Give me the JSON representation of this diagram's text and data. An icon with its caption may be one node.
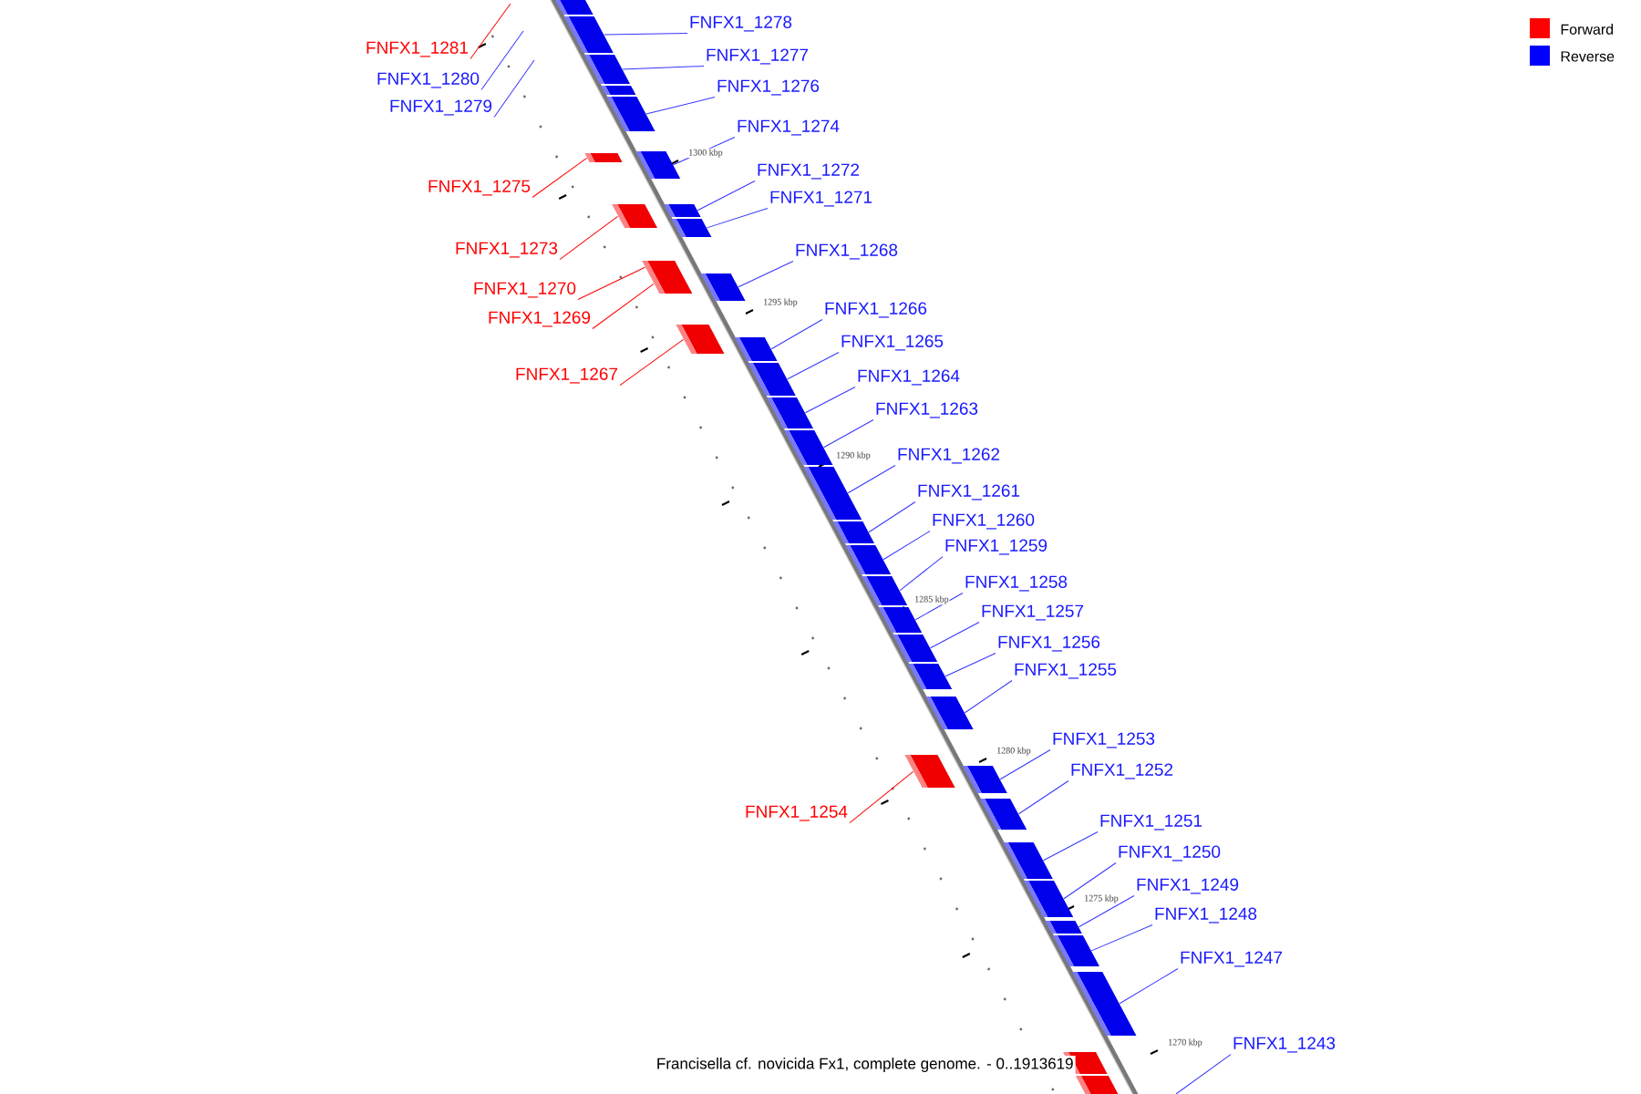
{
  "diagram": {
    "caption": "Francisella cf. novicida Fx1, complete genome. - 0..1913619",
    "nodes": [
      {
        "text": [
          "FNFX1_1278"
        ]
      },
      {
        "text": [
          "FNFX1_1281"
        ]
      },
      {
        "text": [
          "FNFX1_1277"
        ]
      },
      {
        "text": [
          "FNFX1_1280"
        ]
      },
      {
        "text": [
          "FNFX1_1276"
        ]
      },
      {
        "text": [
          "FNFX1_1279"
        ]
      },
      {
        "text": [
          "FNFX1_1274"
        ]
      },
      {
        "text": [
          "FNFX1_1272"
        ]
      },
      {
        "text": [
          "FNFX1_1275"
        ]
      },
      {
        "text": [
          "FNFX1_1271"
        ]
      },
      {
        "text": [
          "FNFX1_1273"
        ]
      },
      {
        "text": [
          "FNFX1_1268"
        ]
      },
      {
        "text": [
          "FNFX1_1270"
        ]
      },
      {
        "text": [
          "FNFX1_1266"
        ]
      },
      {
        "text": [
          "FNFX1_1269"
        ]
      },
      {
        "text": [
          "FNFX1_1265"
        ]
      },
      {
        "text": [
          "FNFX1_1267"
        ]
      },
      {
        "text": [
          "FNFX1_1264"
        ]
      },
      {
        "text": [
          "FNFX1_1263"
        ]
      },
      {
        "text": [
          "FNFX1_1262"
        ]
      },
      {
        "text": [
          "FNFX1_1261"
        ]
      },
      {
        "text": [
          "FNFX1_1260"
        ]
      },
      {
        "text": [
          "FNFX1_1259"
        ]
      },
      {
        "text": [
          "FNFX1_1258"
        ]
      },
      {
        "text": [
          "FNFX1_1257"
        ]
      },
      {
        "text": [
          "FNFX1_1256"
        ]
      },
      {
        "text": [
          "FNFX1_1255"
        ]
      },
      {
        "text": [
          "FNFX1_1253"
        ]
      },
      {
        "text": [
          "FNFX1_1252"
        ]
      },
      {
        "text": [
          "FNFX1_1254"
        ]
      },
      {
        "text": [
          "FNFX1_1251"
        ]
      },
      {
        "text": [
          "FNFX1_1250"
        ]
      },
      {
        "text": [
          "FNFX1_1249"
        ]
      },
      {
        "text": [
          "FNFX1_1248"
        ]
      },
      {
        "text": [
          "FNFX1_1247"
        ]
      },
      {
        "text": [
          "FNFX1_1243"
        ]
      },
      {
        "text": [],
        "shape": "bar"
      },
      {
        "text": [],
        "shape": "bar"
      },
      {
        "text": [],
        "shape": "bar"
      },
      {
        "text": [],
        "shape": "bar"
      },
      {
        "text": [],
        "shape": "bar"
      },
      {
        "text": [],
        "shape": "bar"
      },
      {
        "text": [],
        "shape": "bar"
      },
      {
        "text": [],
        "shape": "bar"
      },
      {
        "text": [],
        "shape": "bar"
      },
      {
        "text": [],
        "shape": "bar"
      },
      {
        "text": [],
        "shape": "bar"
      },
      {
        "text": [],
        "shape": "bar"
      },
      {
        "text": [],
        "shape": "bar"
      },
      {
        "text": [],
        "shape": "bar"
      },
      {
        "text": [],
        "shape": "bar"
      },
      {
        "text": [],
        "shape": "bar"
      },
      {
        "text": [],
        "shape": "bar"
      },
      {
        "text": [],
        "shape": "bar"
      },
      {
        "text": [],
        "shape": "bar"
      },
      {
        "text": [],
        "shape": "bar"
      },
      {
        "text": [],
        "shape": "bar"
      },
      {
        "text": [],
        "shape": "bar"
      },
      {
        "text": [],
        "shape": "bar"
      },
      {
        "text": [],
        "shape": "bar"
      },
      {
        "text": [],
        "shape": "bar"
      },
      {
        "text": [],
        "shape": "bar"
      },
      {
        "text": [],
        "shape": "bar"
      },
      {
        "text": [],
        "shape": "bar"
      },
      {
        "text": [],
        "shape": "bar"
      },
      {
        "text": [],
        "shape": "bar"
      },
      {
        "text": [],
        "shape": "bar"
      },
      {
        "text": [],
        "shape": "bar"
      },
      {
        "text": [],
        "shape": "bar"
      },
      {
        "text": [],
        "shape": "bar"
      },
      {
        "text": [],
        "shape": "bar"
      },
      {
        "text": [],
        "shape": "bar"
      }
    ],
    "edges": [
      {
        "from": 0,
        "to": 37,
        "arrow": "none"
      },
      {
        "from": 1,
        "to": null,
        "arrow": "none",
        "color": "#ff0000"
      },
      {
        "from": 2,
        "to": 38,
        "arrow": "none"
      },
      {
        "from": 3,
        "to": null,
        "arrow": "none"
      },
      {
        "from": 4,
        "to": 40,
        "arrow": "none"
      },
      {
        "from": 5,
        "to": null,
        "arrow": "none"
      },
      {
        "from": 6,
        "to": 41,
        "arrow": "none"
      },
      {
        "from": 7,
        "to": 43,
        "arrow": "none"
      },
      {
        "from": 8,
        "to": 42,
        "arrow": "none",
        "color": "#ff0000"
      },
      {
        "from": 9,
        "to": 45,
        "arrow": "none"
      },
      {
        "from": 10,
        "to": 44,
        "arrow": "none",
        "color": "#ff0000"
      },
      {
        "from": 11,
        "to": 47,
        "arrow": "none"
      },
      {
        "from": 12,
        "to": 46,
        "arrow": "none",
        "color": "#ff0000"
      },
      {
        "from": 13,
        "to": 50,
        "arrow": "none"
      },
      {
        "from": 14,
        "to": 48,
        "arrow": "none",
        "color": "#ff0000"
      },
      {
        "from": 15,
        "to": 51,
        "arrow": "none"
      },
      {
        "from": 16,
        "to": 49,
        "arrow": "none",
        "color": "#ff0000"
      },
      {
        "from": 17,
        "to": 52,
        "arrow": "none"
      },
      {
        "from": 18,
        "to": 53,
        "arrow": "none"
      },
      {
        "from": 19,
        "to": 54,
        "arrow": "none"
      },
      {
        "from": 20,
        "to": 55,
        "arrow": "none"
      },
      {
        "from": 21,
        "to": 56,
        "arrow": "none"
      },
      {
        "from": 22,
        "to": 57,
        "arrow": "none"
      },
      {
        "from": 23,
        "to": 58,
        "arrow": "none"
      },
      {
        "from": 24,
        "to": 59,
        "arrow": "none"
      },
      {
        "from": 25,
        "to": 60,
        "arrow": "none"
      },
      {
        "from": 26,
        "to": 61,
        "arrow": "none"
      },
      {
        "from": 27,
        "to": 63,
        "arrow": "none"
      },
      {
        "from": 28,
        "to": 64,
        "arrow": "none"
      },
      {
        "from": 29,
        "to": 62,
        "arrow": "none",
        "color": "#ff0000"
      },
      {
        "from": 30,
        "to": 65,
        "arrow": "none"
      },
      {
        "from": 31,
        "to": 66,
        "arrow": "none"
      },
      {
        "from": 32,
        "to": 67,
        "arrow": "none"
      },
      {
        "from": 33,
        "to": 68,
        "arrow": "none"
      },
      {
        "from": 34,
        "to": 69,
        "arrow": "none"
      },
      {
        "from": 35,
        "to": null,
        "arrow": "none"
      }
    ],
    "labels": [
      "1300 kbp",
      "1295 kbp",
      "1290 kbp",
      "1285 kbp",
      "1280 kbp",
      "1275 kbp",
      "1270 kbp"
    ],
    "legend": [
      {
        "text": "Forward",
        "color": "#ff0000"
      },
      {
        "text": "Reverse",
        "color": "#0000ff"
      }
    ]
  }
}
